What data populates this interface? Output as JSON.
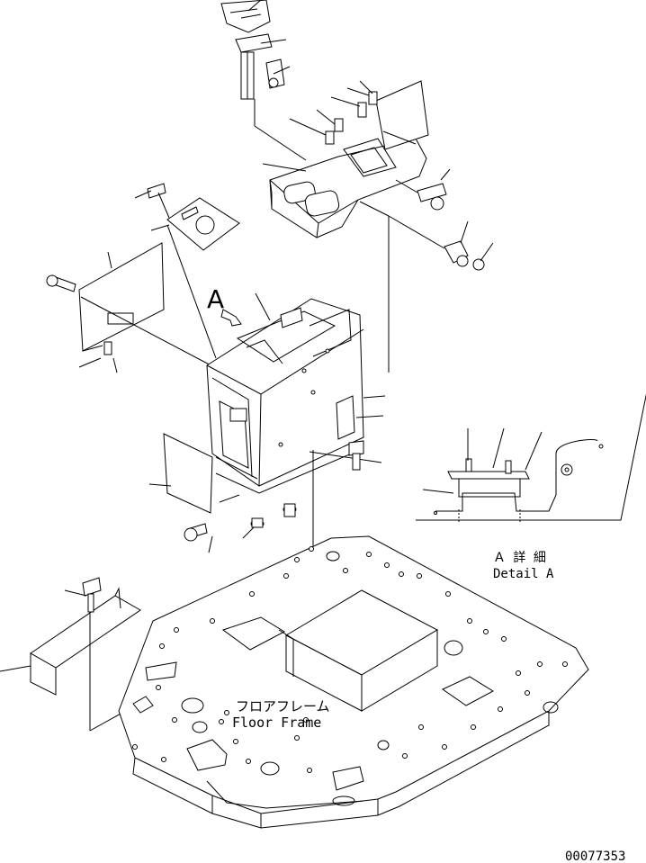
{
  "view_label": "A",
  "detail": {
    "title_jp": "Ａ 詳 細",
    "title_en": "Detail A"
  },
  "floor_frame": {
    "label_jp": "フロアフレーム",
    "label_en": "Floor Frame"
  },
  "drawing_number": "00077353"
}
